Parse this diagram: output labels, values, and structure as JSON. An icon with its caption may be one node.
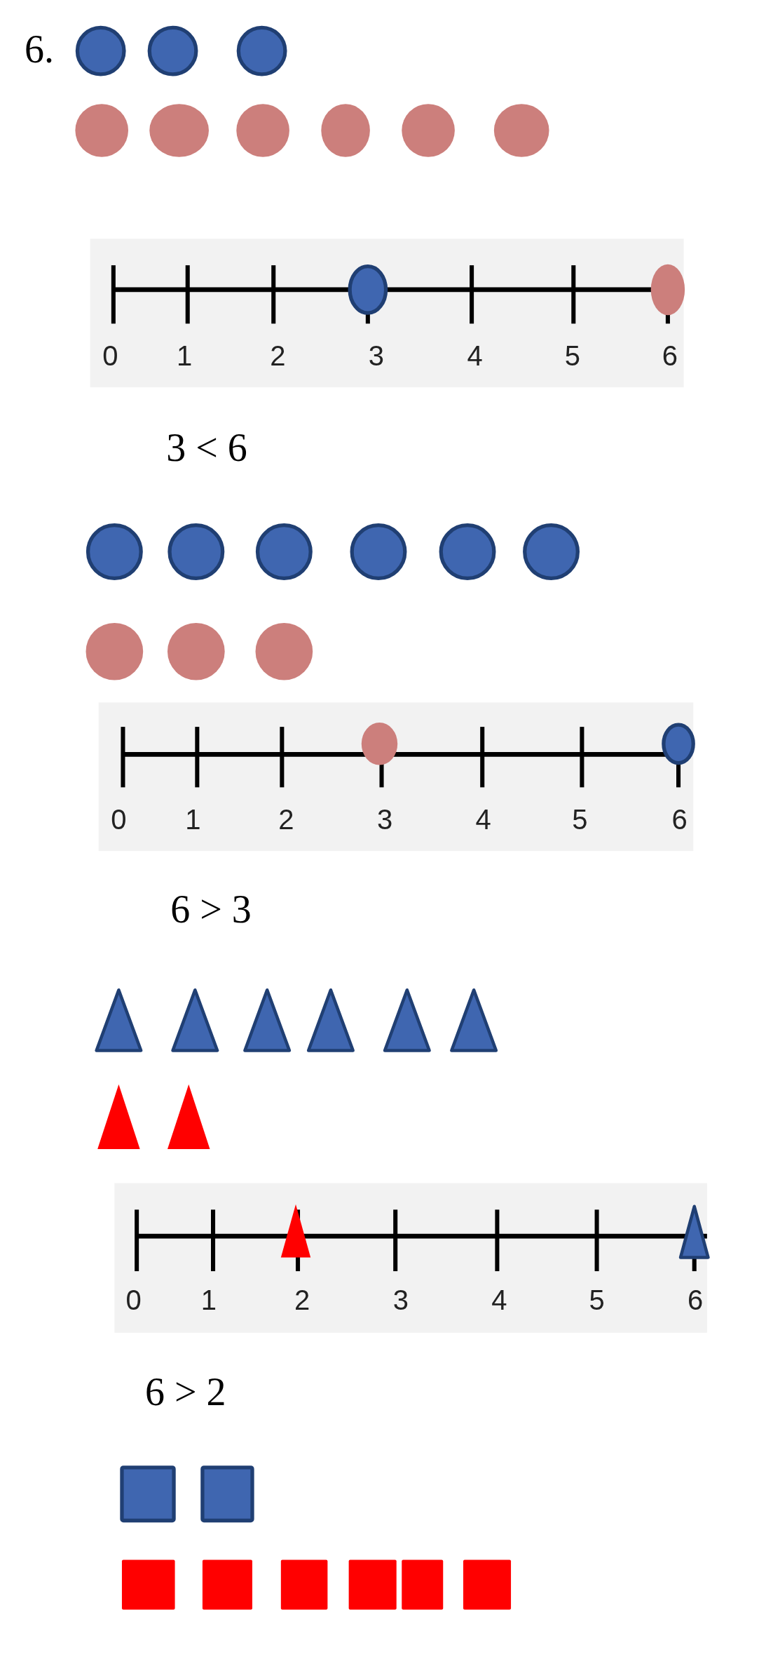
{
  "diagram": {
    "labels": [
      "6.",
      "0",
      "1",
      "2",
      "3",
      "4",
      "5",
      "6",
      "3 < 6",
      "0",
      "1",
      "2",
      "3",
      "4",
      "5",
      "6",
      "6 > 3",
      "0",
      "1",
      "2",
      "3",
      "4",
      "5",
      "6",
      "6 > 2"
    ]
  }
}
